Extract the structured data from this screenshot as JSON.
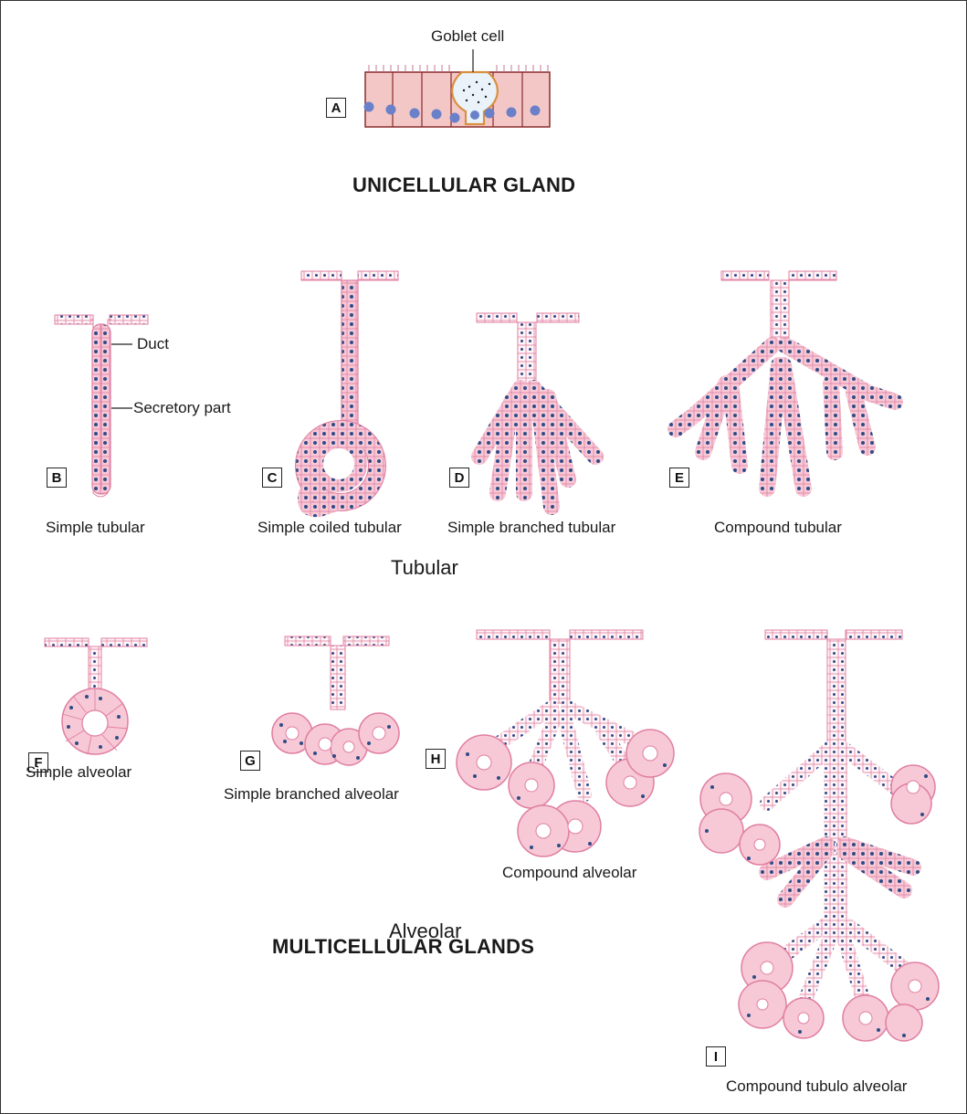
{
  "colors": {
    "cell_fill": "#f7c8d6",
    "cell_edge": "#e07fa2",
    "nucleus": "#2f4b85",
    "goblet_cell_fill": "#f4c7c7",
    "goblet_nucleus": "#6a80c9",
    "goblet_outline": "#d9913f"
  },
  "title_unicellular": "UNICELLULAR GLAND",
  "title_multicellular": "MULTICELLULAR GLANDS",
  "section_tubular": "Tubular",
  "section_alveolar": "Alveolar",
  "label_goblet": "Goblet cell",
  "label_duct": "Duct",
  "label_secretory": "Secretory part",
  "panels": {
    "A": {
      "letter": "A",
      "caption": ""
    },
    "B": {
      "letter": "B",
      "caption": "Simple tubular"
    },
    "C": {
      "letter": "C",
      "caption": "Simple coiled tubular"
    },
    "D": {
      "letter": "D",
      "caption": "Simple branched tubular"
    },
    "E": {
      "letter": "E",
      "caption": "Compound tubular"
    },
    "F": {
      "letter": "F",
      "caption": "Simple alveolar"
    },
    "G": {
      "letter": "G",
      "caption": "Simple branched alveolar"
    },
    "H": {
      "letter": "H",
      "caption": "Compound alveolar"
    },
    "I": {
      "letter": "I",
      "caption": "Compound tubulo alveolar"
    }
  }
}
